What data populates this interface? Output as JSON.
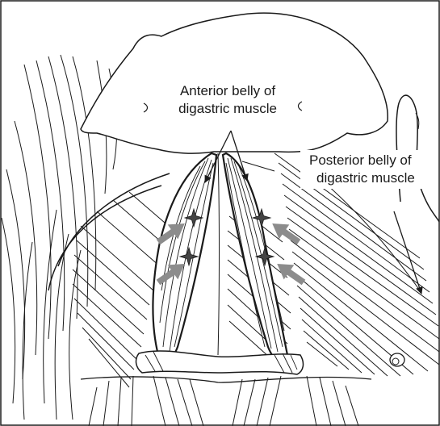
{
  "labels": {
    "anterior_line1": "Anterior belly of",
    "anterior_line2": "digastric muscle",
    "posterior_line1": "Posterior belly of",
    "posterior_line2": "digastric muscle"
  },
  "colors": {
    "line": "#1a1a1a",
    "pressure_arrow": "#8c8c8c",
    "background": "#ffffff"
  },
  "icons": {
    "left_arrows": "gray-arrow-icon",
    "right_arrows": "gray-arrow-icon",
    "stars": "four-point-star-icon"
  }
}
